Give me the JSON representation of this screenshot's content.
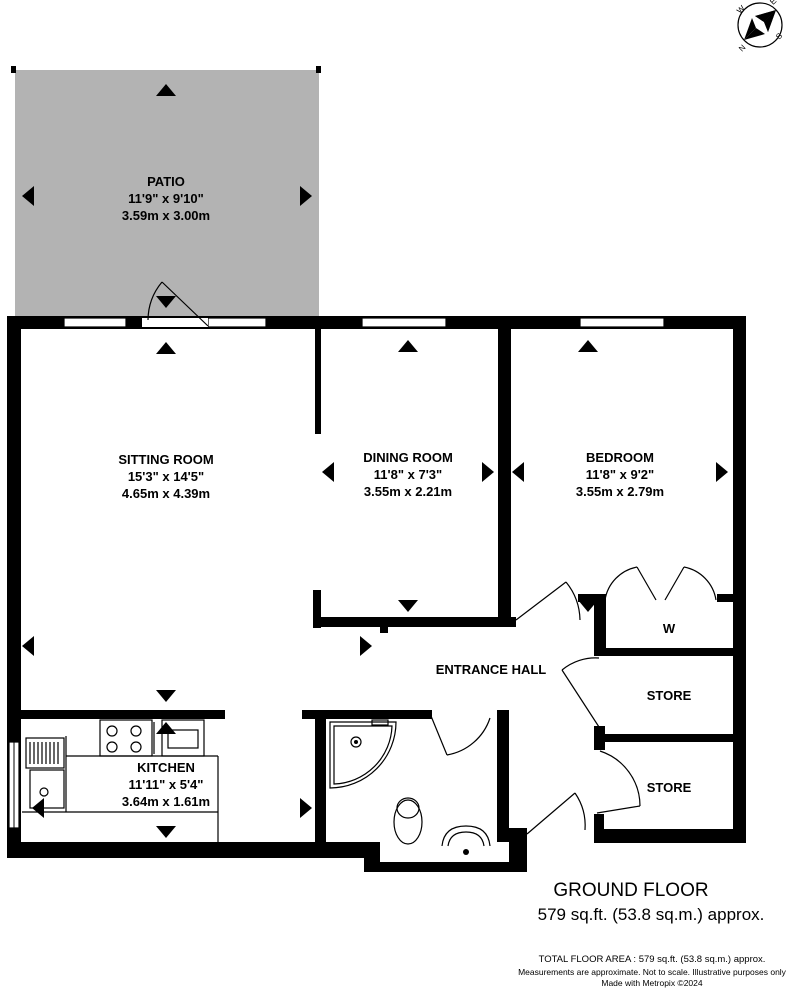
{
  "plan": {
    "colors": {
      "patio_fill": "#b3b3b3",
      "wall": "#000000",
      "background": "#ffffff"
    },
    "compass": {
      "icon": "compass-rose-icon",
      "letters": [
        "S",
        "W",
        "N",
        "E"
      ]
    },
    "rooms": {
      "patio": {
        "name": "PATIO",
        "imperial": "11'9\"  x 9'10\"",
        "metric": "3.59m  x 3.00m"
      },
      "sitting": {
        "name": "SITTING ROOM",
        "imperial": "15'3\"  x 14'5\"",
        "metric": "4.65m  x 4.39m"
      },
      "dining": {
        "name": "DINING ROOM",
        "imperial": "11'8\"  x 7'3\"",
        "metric": "3.55m  x 2.21m"
      },
      "bedroom": {
        "name": "BEDROOM",
        "imperial": "11'8\"  x 9'2\"",
        "metric": "3.55m  x 2.79m"
      },
      "kitchen": {
        "name": "KITCHEN",
        "imperial": "11'11\"  x 5'4\"",
        "metric": "3.64m  x 1.61m"
      },
      "wardrobe": {
        "name": "W"
      },
      "hall": {
        "name": "ENTRANCE HALL"
      },
      "store1": {
        "name": "STORE"
      },
      "store2": {
        "name": "STORE"
      }
    },
    "floor": {
      "title": "GROUND FLOOR",
      "area": "579 sq.ft. (53.8 sq.m.) approx."
    },
    "footer": {
      "total": "TOTAL FLOOR AREA : 579 sq.ft. (53.8 sq.m.) approx.",
      "disclaimer": "Measurements are approximate.  Not to scale.  Illustrative purposes only",
      "credit": "Made with Metropix ©2024"
    }
  }
}
